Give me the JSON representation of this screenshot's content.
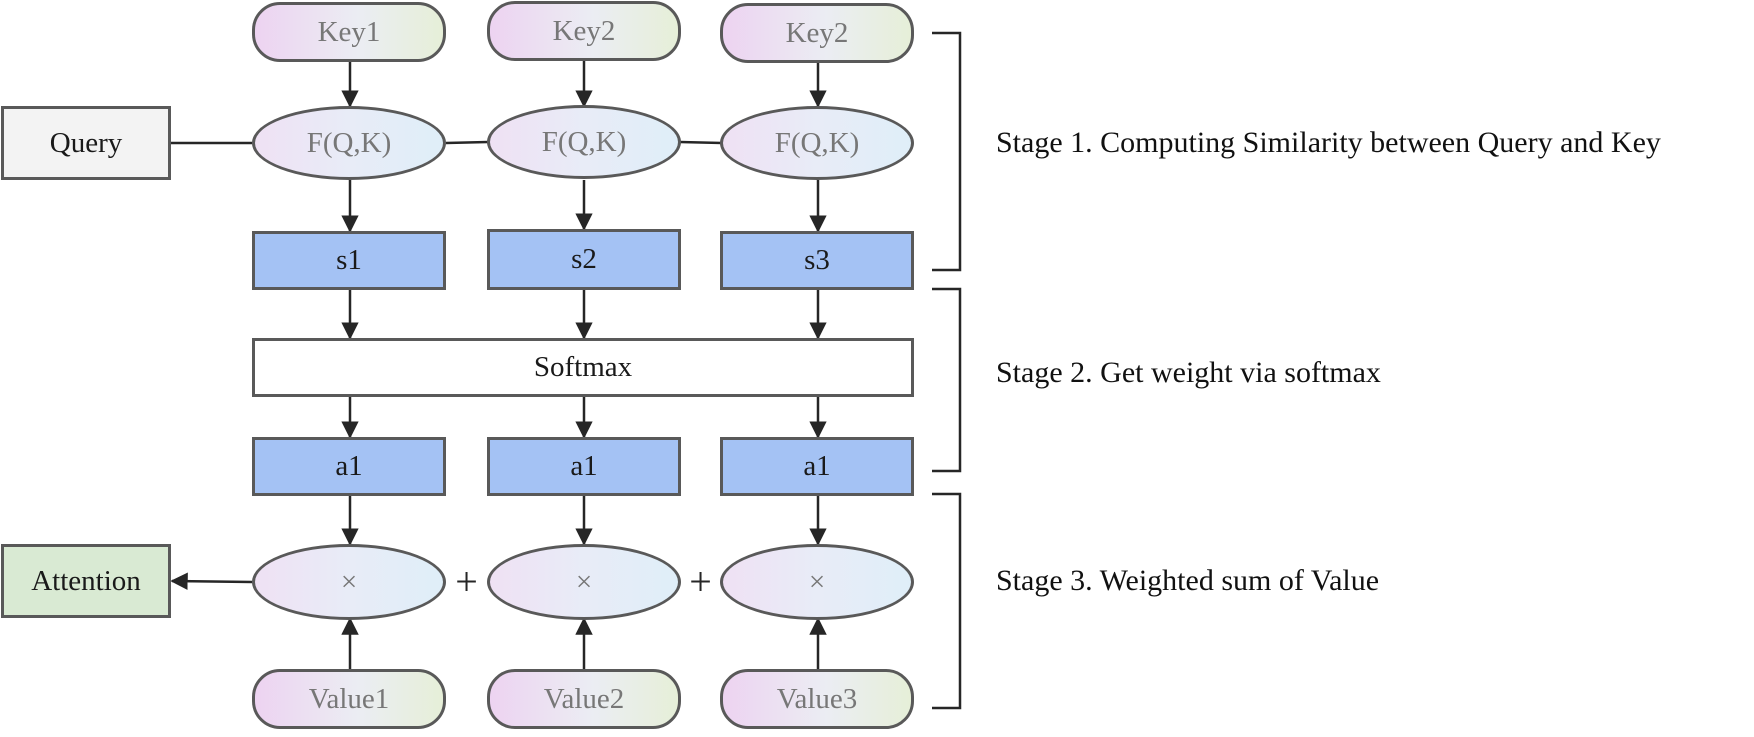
{
  "keys": [
    "Key1",
    "Key2",
    "Key2"
  ],
  "query": "Query",
  "similarity_fn": [
    "F(Q,K)",
    "F(Q,K)",
    "F(Q,K)"
  ],
  "scores": [
    "s1",
    "s2",
    "s3"
  ],
  "softmax": "Softmax",
  "weights": [
    "a1",
    "a1",
    "a1"
  ],
  "multiply": [
    "×",
    "×",
    "×"
  ],
  "plus": [
    "+",
    "+"
  ],
  "values": [
    "Value1",
    "Value2",
    "Value3"
  ],
  "attention": "Attention",
  "stages": [
    "Stage 1. Computing Similarity between Query and Key",
    "Stage 2. Get weight via softmax",
    "Stage 3. Weighted sum of Value"
  ],
  "colors": {
    "border": "#595959",
    "score_fill": "#a4c2f4",
    "attention_fill": "#d9ead3",
    "query_fill": "#f3f3f3"
  }
}
